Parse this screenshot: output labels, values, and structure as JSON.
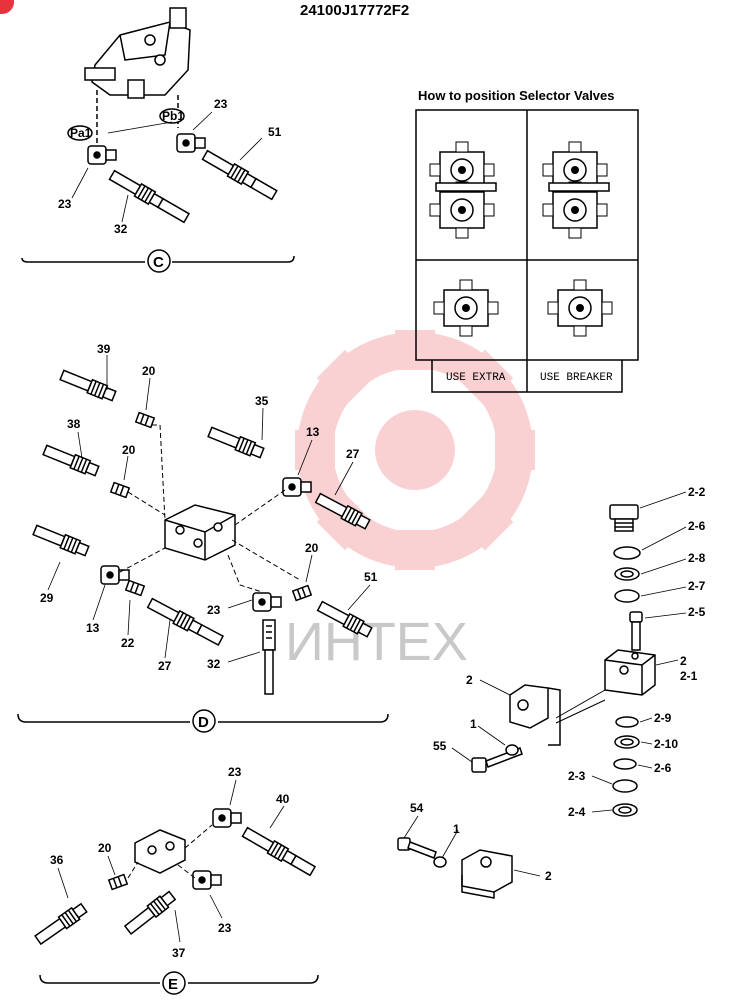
{
  "header": {
    "part_number": "24100J17772F2"
  },
  "selector_guide": {
    "title": "How to position Selector Valves",
    "columns": [
      "USE EXTRA",
      "USE BREAKER"
    ]
  },
  "sections": [
    {
      "id": "C",
      "callouts": [
        "Pa1",
        "Pb1",
        "23",
        "51",
        "23",
        "32"
      ]
    },
    {
      "id": "D",
      "callouts": [
        "39",
        "20",
        "38",
        "20",
        "35",
        "13",
        "27",
        "29",
        "13",
        "22",
        "27",
        "23",
        "32",
        "20",
        "51"
      ]
    },
    {
      "id": "E",
      "callouts": [
        "23",
        "40",
        "20",
        "36",
        "37",
        "23"
      ]
    }
  ],
  "valve_parts": [
    "2-2",
    "2-6",
    "2-8",
    "2-7",
    "2-5",
    "2",
    "2-1",
    "2",
    "1",
    "55",
    "2-9",
    "2-10",
    "2-6",
    "2-3",
    "2-4",
    "54",
    "1",
    "2"
  ],
  "watermark": {
    "text": "ИНТЕХ",
    "color": "#e8323c"
  }
}
